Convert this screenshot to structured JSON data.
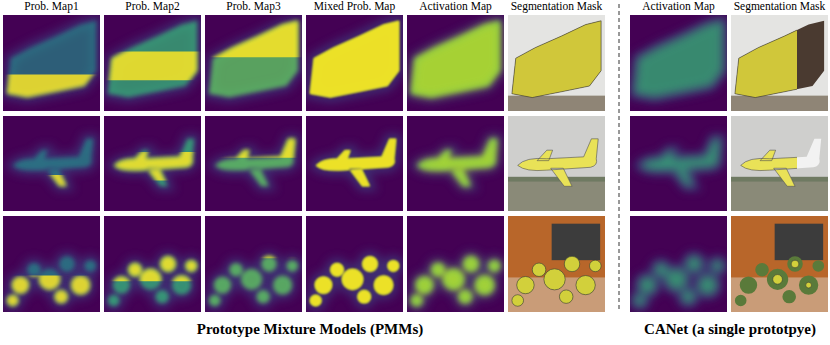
{
  "diagram": {
    "labels": [
      "Prob. Map1",
      "Prob. Map2",
      "Prob. Map3",
      "Mixed Prob. Map",
      "Activation Map",
      "Segmentation Mask",
      "Activation Map",
      "Segmentation Mask",
      "Prototype Mixture Models (PMMs)",
      "CANet (a single prototpye)"
    ]
  }
}
